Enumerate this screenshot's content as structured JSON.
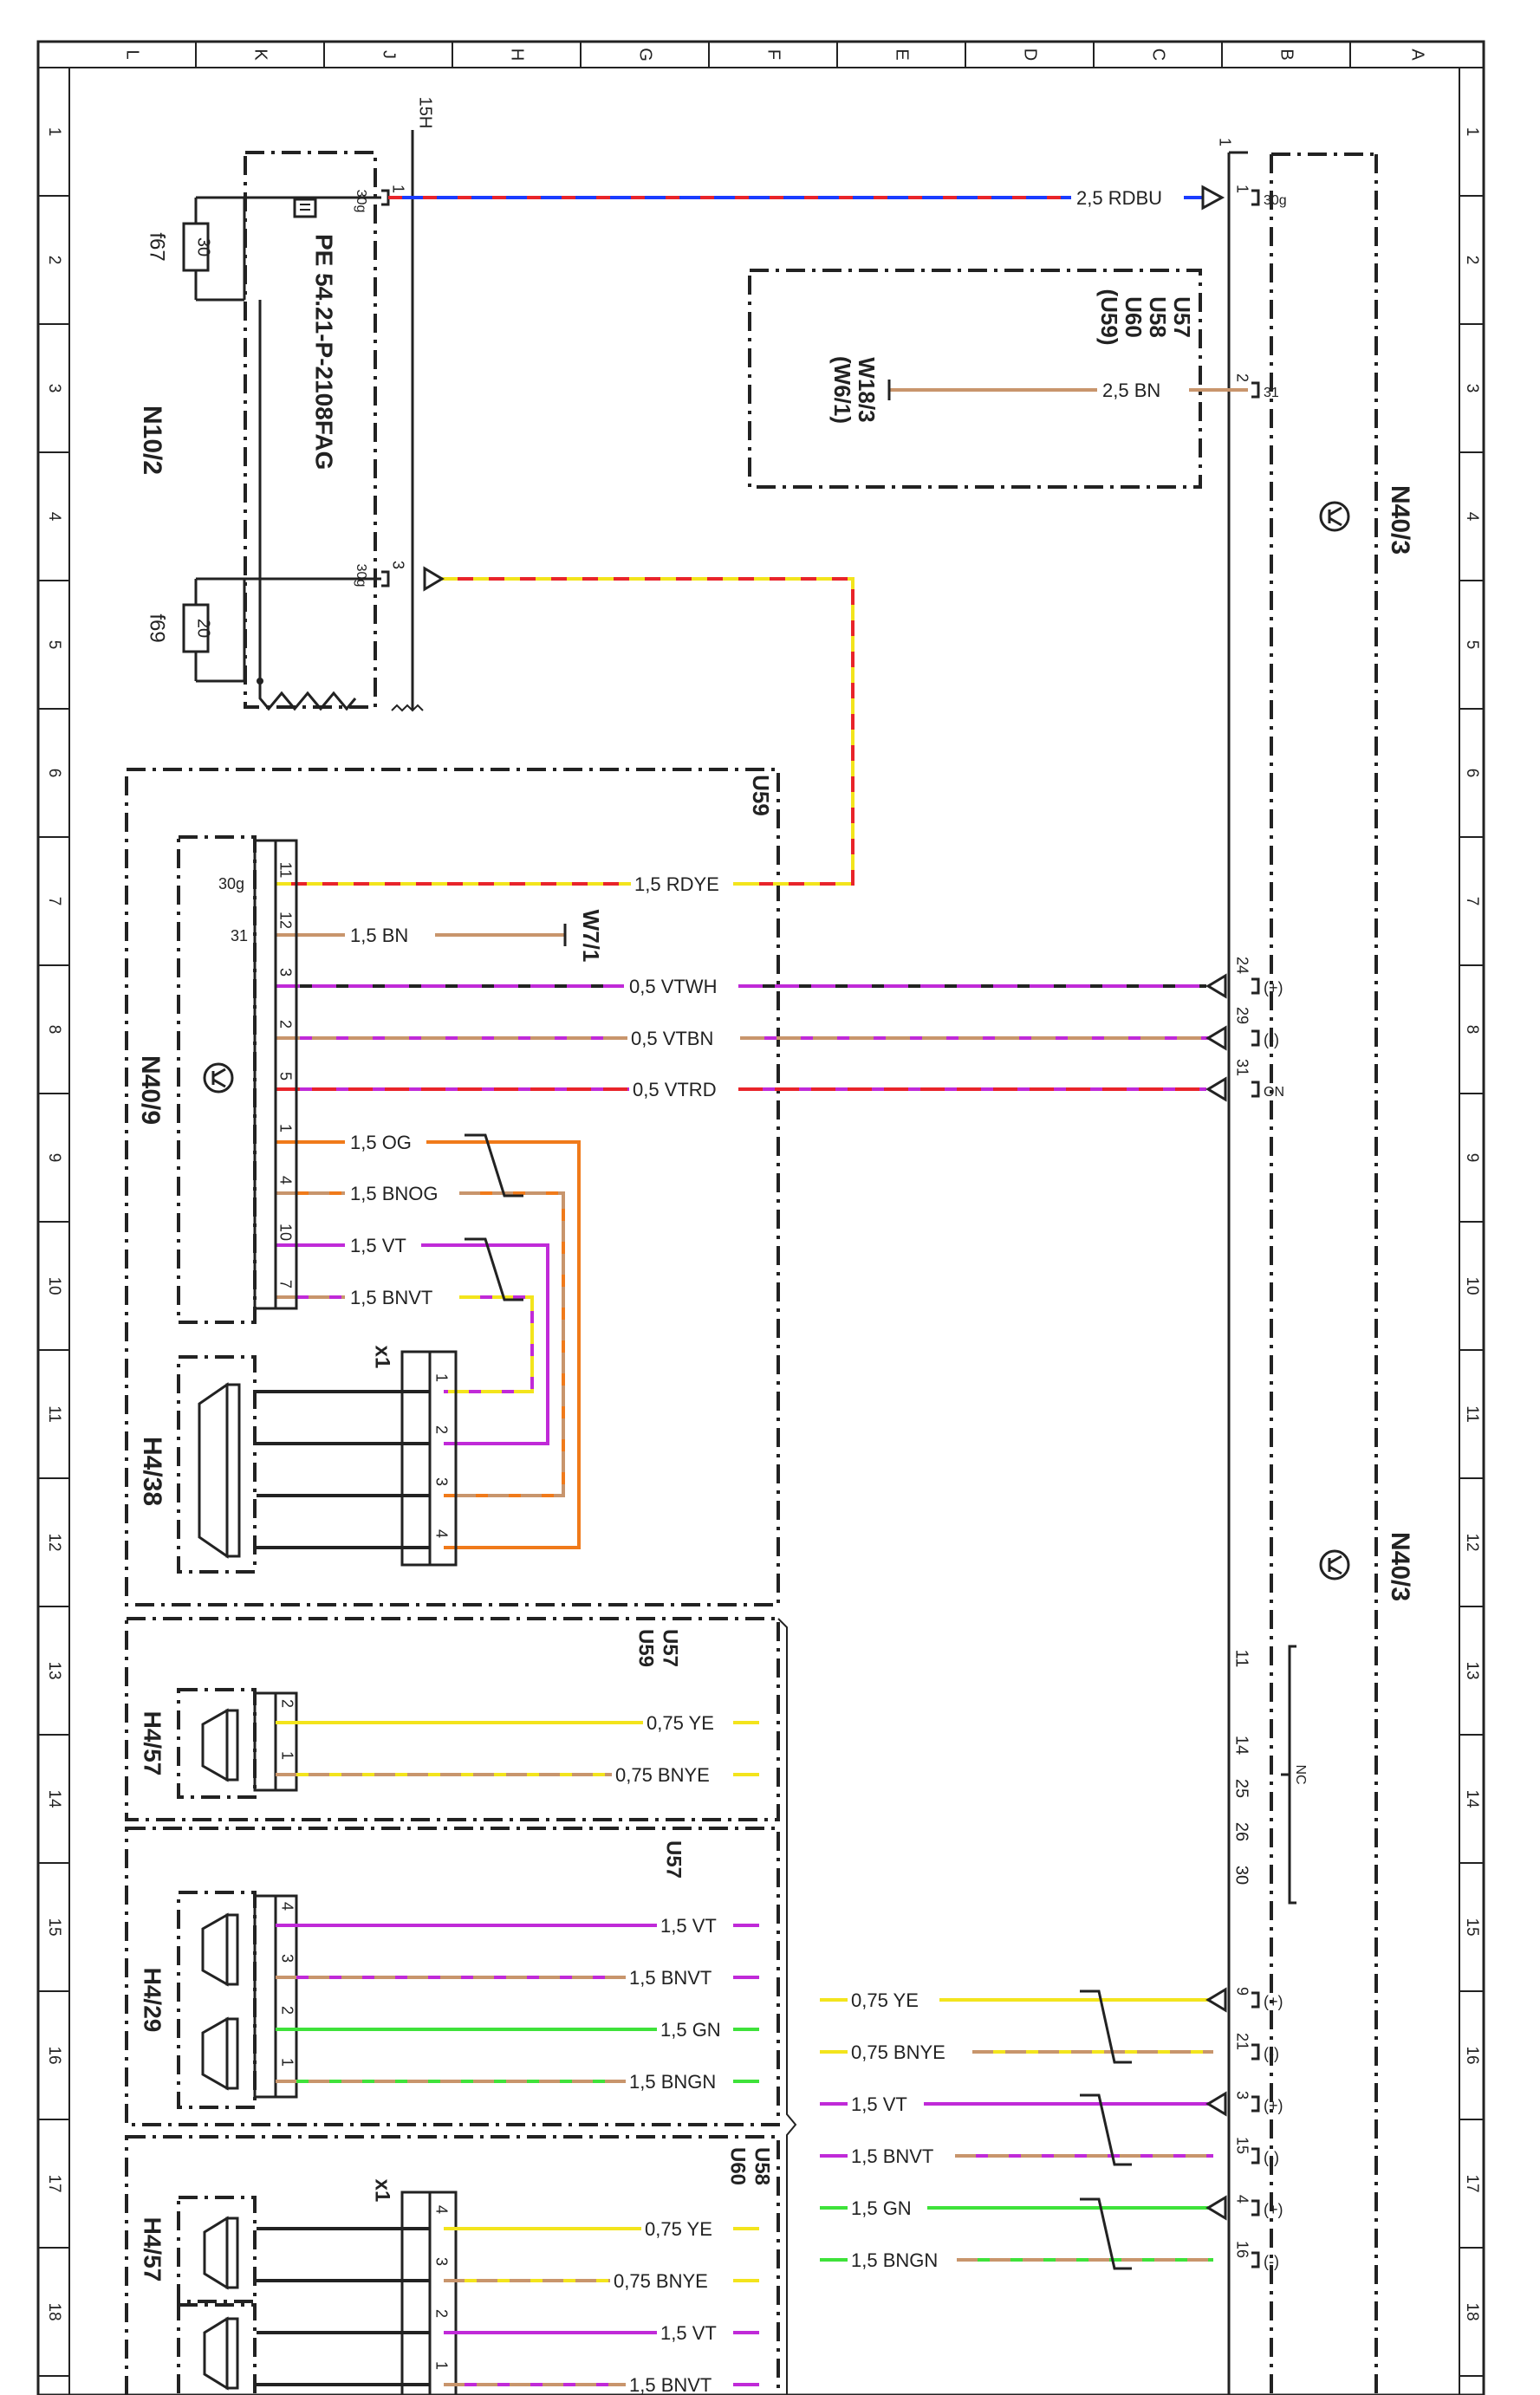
{
  "frame": {
    "columns": [
      "L",
      "K",
      "J",
      "H",
      "G",
      "F",
      "E",
      "D",
      "C",
      "B",
      "A"
    ],
    "rows": [
      "1",
      "2",
      "3",
      "4",
      "5",
      "6",
      "7",
      "8",
      "9",
      "10",
      "11",
      "12",
      "13",
      "14",
      "15",
      "16",
      "17",
      "18"
    ]
  },
  "components": {
    "n10_2": "N10/2",
    "pe_ref": "PE 54.21-P-2108FAG",
    "f67": "f67",
    "f67_rating": "30",
    "f69": "f69",
    "f69_rating": "20",
    "circuit_15h": "15H",
    "u59": "U59",
    "n40_9": "N40/9",
    "w7_1": "W7/1",
    "h4_38": "H4/38",
    "x1": "x1",
    "u57_u59": [
      "U57",
      "U59"
    ],
    "h4_57": "H4/57",
    "u57": "U57",
    "h4_29": "H4/29",
    "u58_u60": [
      "U58",
      "U60"
    ],
    "h4_57b": "H4/57",
    "x1b": "x1",
    "n40_3_top": "N40/3",
    "n40_3_bottom": "N40/3",
    "w18_3": "W18/3",
    "w6_1": "(W6/1)",
    "u_list": [
      "U57",
      "U58",
      "U60",
      "(U59)"
    ],
    "nc": "NC"
  },
  "wires": {
    "rdbu": "2,5 RDBU",
    "bn_ground": "2,5 BN",
    "rdye": "1,5 RDYE",
    "bn_w7": "1,5 BN",
    "vtwh": "0,5 VTWH",
    "vtbn": "0,5 VTBN",
    "vtrd": "0,5 VTRD",
    "og": "1,5 OG",
    "bnog": "1,5 BNOG",
    "vt": "1,5 VT",
    "bnvt": "1,5 BNVT",
    "ye_a": "0,75 YE",
    "bnye_a": "0,75 BNYE",
    "vt_b": "1,5 VT",
    "bnvt_b": "1,5 BNVT",
    "gn_b": "1,5 GN",
    "bngn_b": "1,5 BNGN",
    "r_ye": "0,75 YE",
    "r_bnye": "0,75 BNYE",
    "r_vt": "1,5 VT",
    "r_bnvt": "1,5 BNVT",
    "r_gn": "1,5 GN",
    "r_bngn": "1,5 BNGN",
    "ye_c": "0,75 YE",
    "bnye_c": "0,75 BNYE",
    "vt_c": "1,5 VT",
    "bnvt_c": "1,5 BNVT"
  },
  "pins": {
    "n10_p1": "1",
    "n10_p1_sig": "30g",
    "n10_p3": "3",
    "n10_p3_sig": "30g",
    "n403_p1_sig": "30g",
    "n403_p1": "1",
    "n403_top": "1",
    "n403_p2": "2",
    "n403_p2_sig": "31",
    "n409_p11": "11",
    "n409_p11_sig": "30g",
    "n409_p12": "12",
    "n409_p12_sig": "31",
    "n409_p3": "3",
    "n409_p2": "2",
    "n409_p5": "5",
    "n409_p1": "1",
    "n409_p4": "4",
    "n409_p10": "10",
    "n409_p7": "7",
    "n403_p24": "24",
    "n403_p24_sig": "(+)",
    "n403_p29": "29",
    "n403_p29_sig": "(-)",
    "n403_p31": "31",
    "n403_p31_sig": "ON",
    "x1_p1": "1",
    "x1_p2": "2",
    "x1_p3": "3",
    "x1_p4": "4",
    "nc_pins": [
      "11",
      "14",
      "25",
      "26",
      "30"
    ],
    "r_p9": "9",
    "r_p9_sig": "(+)",
    "r_p21": "21",
    "r_p21_sig": "(-)",
    "r_p3": "3",
    "r_p3_sig": "(+)",
    "r_p15": "15",
    "r_p15_sig": "(-)",
    "r_p4": "4",
    "r_p4_sig": "(+)",
    "r_p16": "16",
    "r_p16_sig": "(-)",
    "h457_p2": "2",
    "h457_p1": "1",
    "h429_p4": "4",
    "h429_p3": "3",
    "h429_p2": "2",
    "h429_p1": "1",
    "x1b_p4": "4",
    "x1b_p3": "3",
    "x1b_p2": "2",
    "x1b_p1": "1"
  },
  "colors": {
    "frame": "#222222",
    "blue": "#1a3cff",
    "red": "#e8242a",
    "yellow": "#f3e41c",
    "brown": "#c8956c",
    "violet": "#c02ad8",
    "white_mark": "#dddddd",
    "orange": "#f07a1a",
    "green": "#3ee23a",
    "black": "#222222"
  }
}
